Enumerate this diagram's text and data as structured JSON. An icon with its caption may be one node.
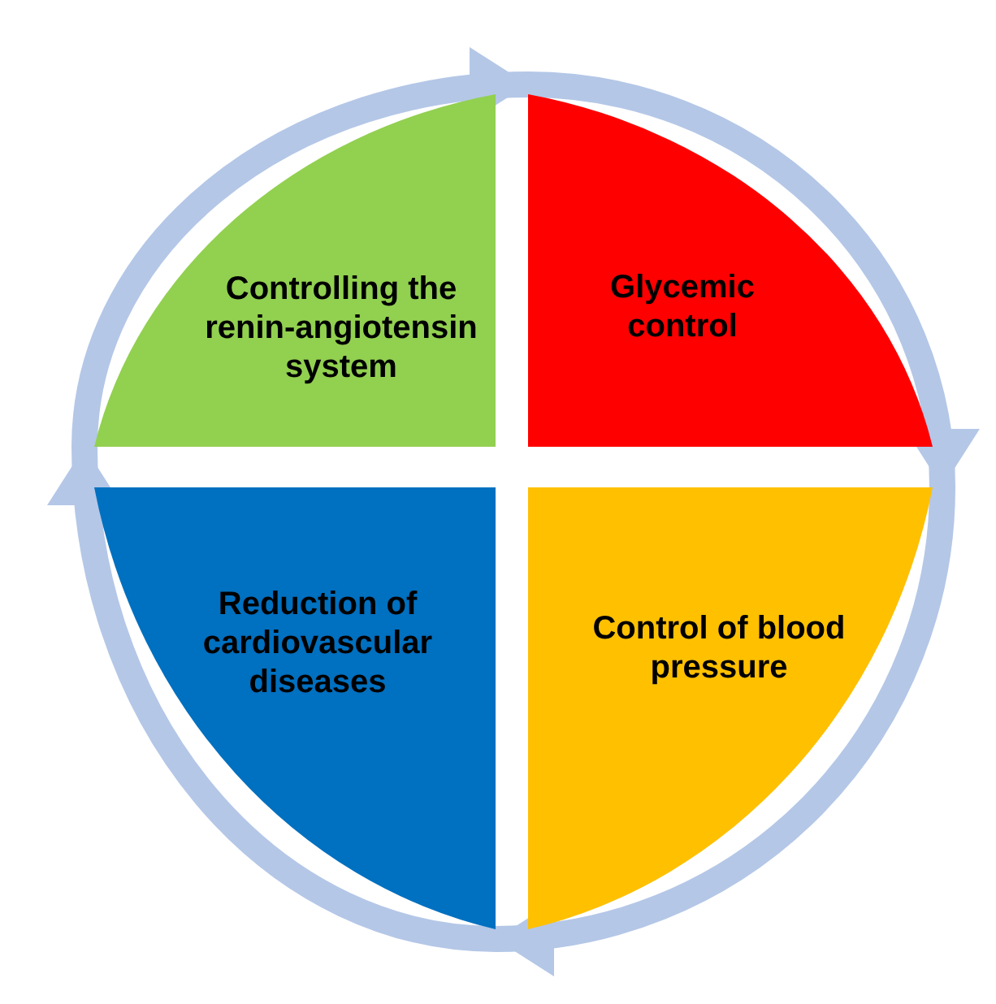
{
  "diagram": {
    "nodes": [
      {
        "text": [
          "Controlling the renin-angiotensin system"
        ]
      },
      {
        "text": [
          "Glycemic control"
        ]
      },
      {
        "text": [
          "Reduction of cardiovascular diseases"
        ]
      },
      {
        "text": [
          "Control of blood pressure"
        ]
      }
    ],
    "edges": [
      {
        "from": 0,
        "to": 1,
        "arrow": "to"
      },
      {
        "from": 1,
        "to": 3,
        "arrow": "to"
      },
      {
        "from": 3,
        "to": 2,
        "arrow": "to"
      },
      {
        "from": 2,
        "to": 0,
        "arrow": "to"
      }
    ]
  }
}
